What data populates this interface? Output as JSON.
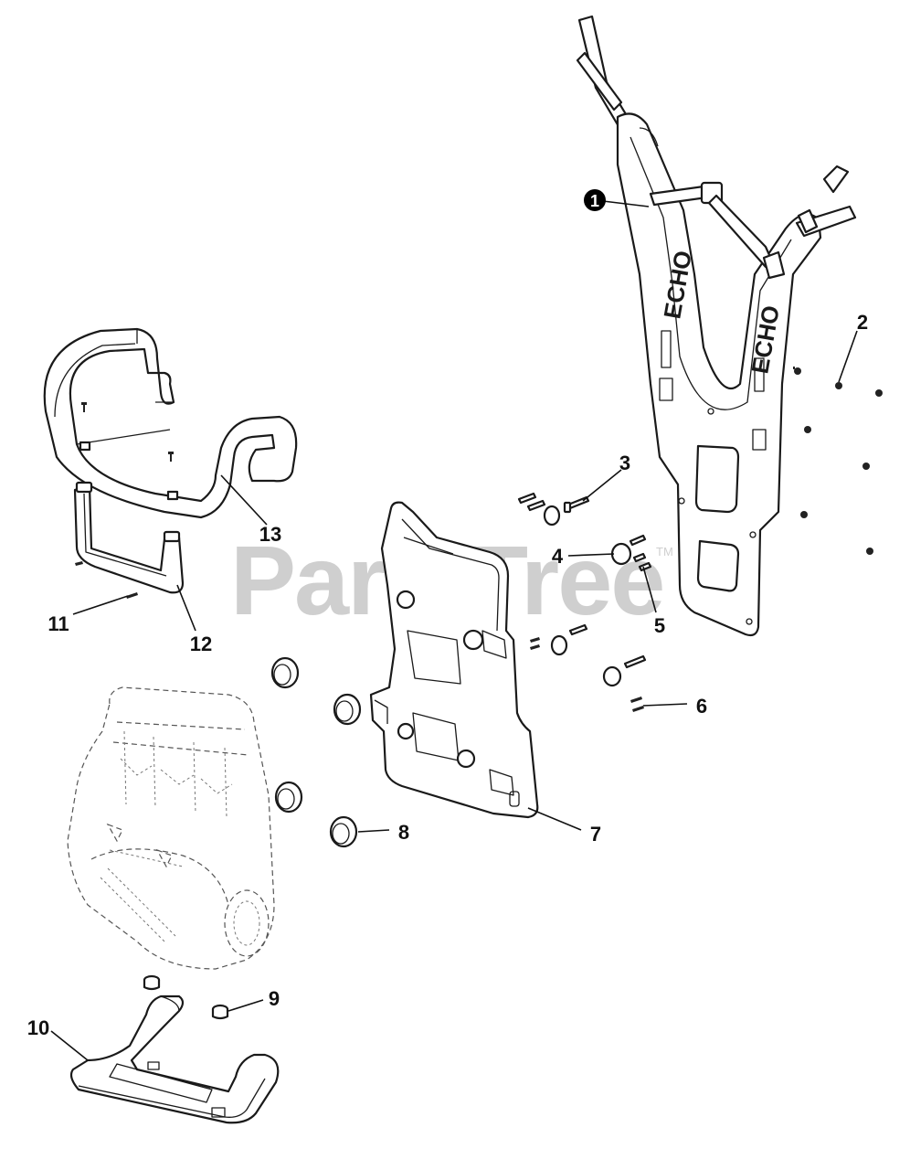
{
  "watermark": {
    "text": "PartsTree",
    "trademark": "TM"
  },
  "brand_mark": "ECHO",
  "callouts": [
    {
      "id": "1",
      "label": "1"
    },
    {
      "id": "2",
      "label": "2"
    },
    {
      "id": "3",
      "label": "3"
    },
    {
      "id": "4",
      "label": "4"
    },
    {
      "id": "5",
      "label": "5"
    },
    {
      "id": "6",
      "label": "6"
    },
    {
      "id": "7",
      "label": "7"
    },
    {
      "id": "8",
      "label": "8"
    },
    {
      "id": "9",
      "label": "9"
    },
    {
      "id": "10",
      "label": "10"
    },
    {
      "id": "11",
      "label": "11"
    },
    {
      "id": "12",
      "label": "12"
    },
    {
      "id": "13",
      "label": "13"
    }
  ]
}
